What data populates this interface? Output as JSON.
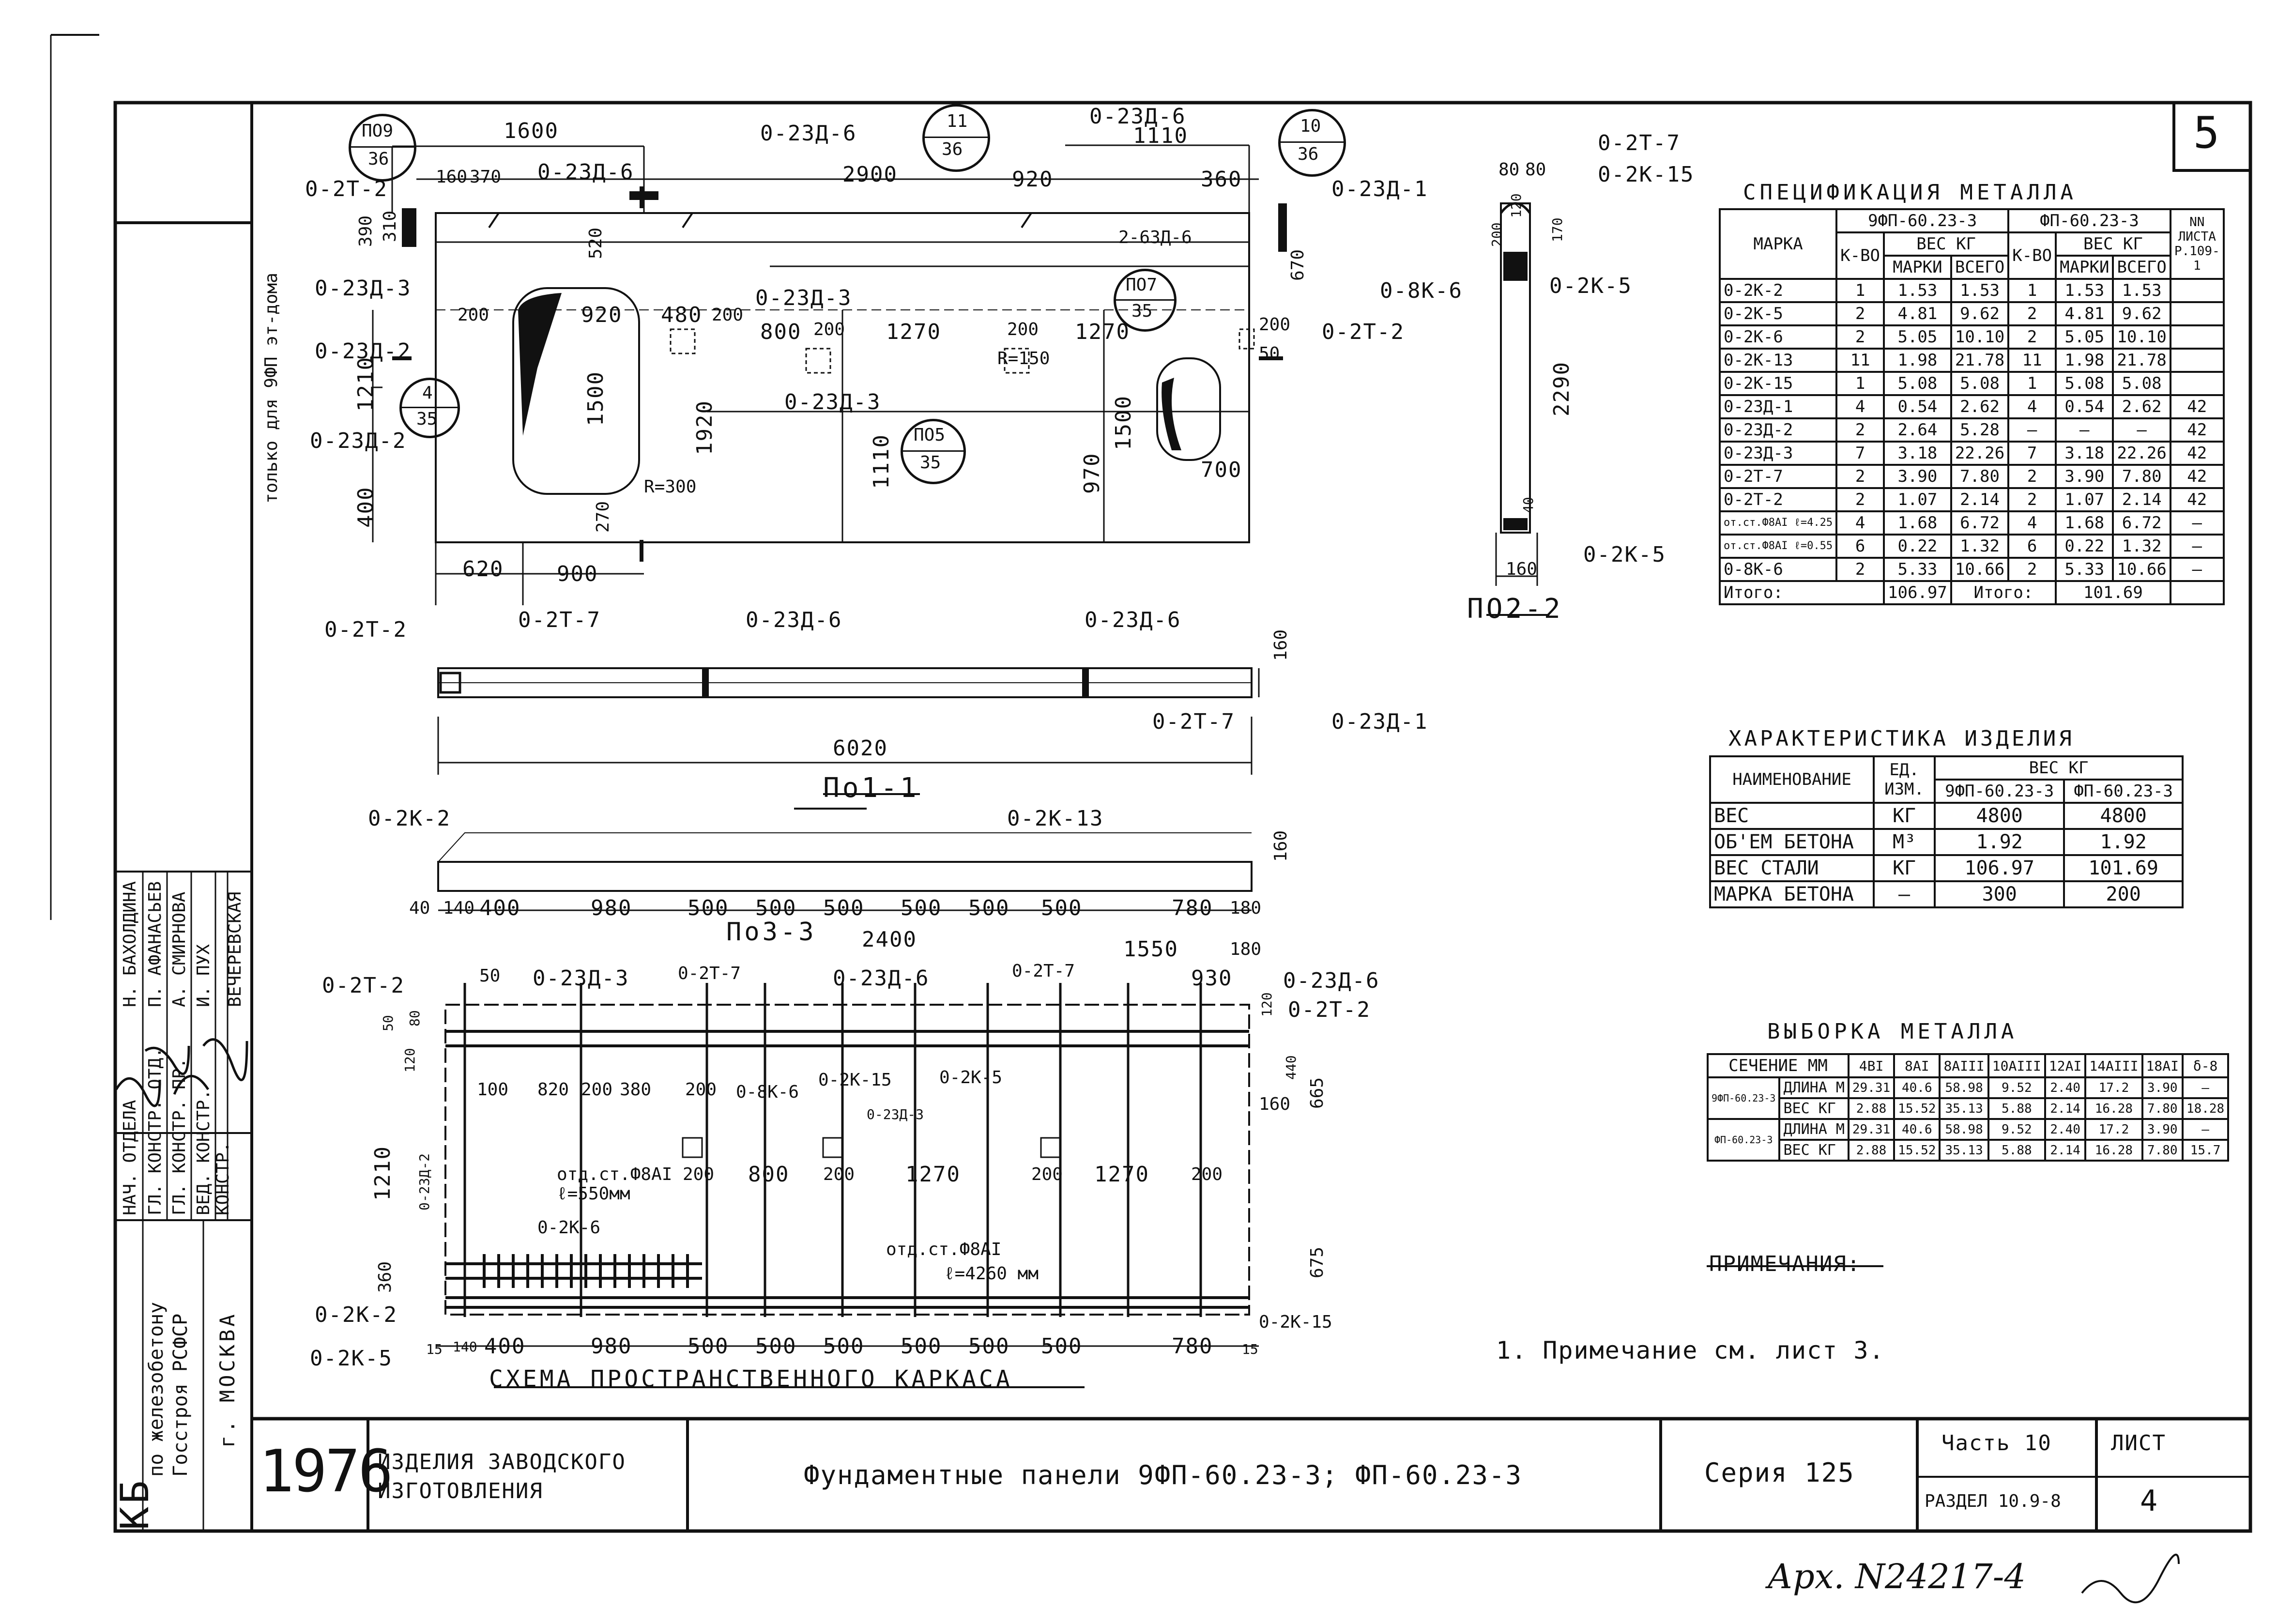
{
  "sheet_number": "5",
  "header_views": {
    "top_dims": [
      "1600",
      "1110",
      "2900",
      "920",
      "360",
      "160",
      "370"
    ],
    "labels": {
      "o23d6_a": "0-23Д-6",
      "o23d6_b": "0-23Д-6",
      "o23d6_c": "0-23Д-6",
      "o2t2": "0-2Т-2",
      "o23d1": "0-23Д-1",
      "o23d3": "0-23Д-3",
      "o23d2": "0-23Д-2",
      "o23d3_mid": "0-23Д-3",
      "o2t2_r": "0-2Т-2",
      "o23d2_low": "0-23Д-2",
      "s263d6": "2-63Д-6",
      "r150": "R=150",
      "r300": "R=300"
    },
    "circles": [
      {
        "top": "ПО9",
        "bottom": "36"
      },
      {
        "top": "11",
        "bottom": "36"
      },
      {
        "top": "10",
        "bottom": "36"
      },
      {
        "top": "4",
        "bottom": "35"
      },
      {
        "top": "ПО7",
        "bottom": "35"
      },
      {
        "top": "ПО5",
        "bottom": "35"
      }
    ],
    "plan_dims": [
      "920",
      "480",
      "200",
      "800",
      "200",
      "1270",
      "200",
      "1270",
      "200",
      "1500",
      "1920",
      "1110",
      "970",
      "1500",
      "700",
      "620",
      "900",
      "1210",
      "400",
      "390",
      "310",
      "520",
      "670",
      "50",
      "200",
      "270"
    ],
    "side_note": "только для 9ФП  эт-дома"
  },
  "section_11": {
    "title": "По1-1",
    "labels": [
      "0-2Т-2",
      "0-2Т-7",
      "0-23Д-6",
      "0-23Д-6",
      "0-2Т-7",
      "0-23Д-1"
    ],
    "length": "6020",
    "height": "160"
  },
  "section_22": {
    "title": "ПО2-2",
    "labels": [
      "0-2Т-7",
      "0-2К-15",
      "0-8К-6",
      "0-2К-5",
      "0-2К-5"
    ],
    "dims": [
      "80",
      "80",
      "120",
      "200",
      "170",
      "2290",
      "40",
      "160"
    ]
  },
  "section_33": {
    "title": "По3-3",
    "labels": [
      "0-2К-2",
      "0-2К-13"
    ],
    "dims": [
      "40",
      "140",
      "400",
      "980",
      "500",
      "500",
      "500",
      "500",
      "500",
      "500",
      "780",
      "180",
      "160"
    ]
  },
  "frame_scheme": {
    "title": "СХЕМА  ПРОСТРАНСТВЕННОГО  КАРКАСА",
    "top_dims": [
      "50",
      "2400",
      "1550",
      "930",
      "180"
    ],
    "labels": [
      "0-2Т-2",
      "0-23Д-3",
      "0-2Т-7",
      "0-23Д-6",
      "0-2Т-7",
      "0-23Д-6",
      "0-2Т-2",
      "0-8К-6",
      "0-2К-15",
      "0-23Д-3",
      "0-2К-5",
      "0-23Д-2",
      "0-2К-6",
      "0-2К-2",
      "0-2К-5",
      "0-2К-15"
    ],
    "dims": [
      "100",
      "820",
      "200",
      "380",
      "200",
      "200",
      "800",
      "200",
      "1270",
      "200",
      "1270",
      "200",
      "1210",
      "360",
      "665",
      "675",
      "15",
      "140",
      "400",
      "980",
      "500",
      "500",
      "500",
      "500",
      "500",
      "500",
      "780",
      "15",
      "160",
      "440",
      "120",
      "50",
      "80",
      "120"
    ],
    "notes": [
      "отд.ст.Ф8АI",
      "ℓ=550мм",
      "отд.ст.Ф8АI",
      "ℓ=4260 мм"
    ]
  },
  "spec_table": {
    "title": "СПЕЦИФИКАЦИЯ   МЕТАЛЛА",
    "col_mark": "МАРКА",
    "col_group1": "9ФП-60.23-3",
    "col_group2": "ФП-60.23-3",
    "col_kvo": "К-ВО",
    "col_weight": "ВЕС КГ",
    "col_mark_w": "МАРКИ",
    "col_total": "ВСЕГО",
    "col_sheet": "NN ЛИСТА Р.109-1",
    "rows": [
      {
        "mark": "0-2К-2",
        "k1": "1",
        "m1": "1.53",
        "t1": "1.53",
        "k2": "1",
        "m2": "1.53",
        "t2": "1.53",
        "sheet": ""
      },
      {
        "mark": "0-2К-5",
        "k1": "2",
        "m1": "4.81",
        "t1": "9.62",
        "k2": "2",
        "m2": "4.81",
        "t2": "9.62",
        "sheet": ""
      },
      {
        "mark": "0-2К-6",
        "k1": "2",
        "m1": "5.05",
        "t1": "10.10",
        "k2": "2",
        "m2": "5.05",
        "t2": "10.10",
        "sheet": ""
      },
      {
        "mark": "0-2К-13",
        "k1": "11",
        "m1": "1.98",
        "t1": "21.78",
        "k2": "11",
        "m2": "1.98",
        "t2": "21.78",
        "sheet": ""
      },
      {
        "mark": "0-2К-15",
        "k1": "1",
        "m1": "5.08",
        "t1": "5.08",
        "k2": "1",
        "m2": "5.08",
        "t2": "5.08",
        "sheet": ""
      },
      {
        "mark": "0-23Д-1",
        "k1": "4",
        "m1": "0.54",
        "t1": "2.62",
        "k2": "4",
        "m2": "0.54",
        "t2": "2.62",
        "sheet": "42"
      },
      {
        "mark": "0-23Д-2",
        "k1": "2",
        "m1": "2.64",
        "t1": "5.28",
        "k2": "—",
        "m2": "—",
        "t2": "—",
        "sheet": "42"
      },
      {
        "mark": "0-23Д-3",
        "k1": "7",
        "m1": "3.18",
        "t1": "22.26",
        "k2": "7",
        "m2": "3.18",
        "t2": "22.26",
        "sheet": "42"
      },
      {
        "mark": "0-2Т-7",
        "k1": "2",
        "m1": "3.90",
        "t1": "7.80",
        "k2": "2",
        "m2": "3.90",
        "t2": "7.80",
        "sheet": "42"
      },
      {
        "mark": "0-2Т-2",
        "k1": "2",
        "m1": "1.07",
        "t1": "2.14",
        "k2": "2",
        "m2": "1.07",
        "t2": "2.14",
        "sheet": "42"
      },
      {
        "mark": "от.ст.Ф8АI ℓ=4.25",
        "k1": "4",
        "m1": "1.68",
        "t1": "6.72",
        "k2": "4",
        "m2": "1.68",
        "t2": "6.72",
        "sheet": "—"
      },
      {
        "mark": "от.ст.Ф8АI ℓ=0.55",
        "k1": "6",
        "m1": "0.22",
        "t1": "1.32",
        "k2": "6",
        "m2": "0.22",
        "t2": "1.32",
        "sheet": "—"
      },
      {
        "mark": "0-8К-6",
        "k1": "2",
        "m1": "5.33",
        "t1": "10.66",
        "k2": "2",
        "m2": "5.33",
        "t2": "10.66",
        "sheet": "—"
      }
    ],
    "total_label": "Итого:",
    "total1": "106.97",
    "total2": "101.69"
  },
  "char_table": {
    "title": "ХАРАКТЕРИСТИКА  ИЗДЕЛИЯ",
    "col_name": "НАИМЕНОВАНИЕ",
    "col_unit": "ЕД. ИЗМ.",
    "col_weight": "ВЕС  КГ",
    "col_a": "9ФП-60.23-3",
    "col_b": "ФП-60.23-3",
    "rows": [
      {
        "name": "ВЕС",
        "unit": "КГ",
        "a": "4800",
        "b": "4800"
      },
      {
        "name": "ОБ'ЕМ БЕТОНА",
        "unit": "М³",
        "a": "1.92",
        "b": "1.92"
      },
      {
        "name": "ВЕС СТАЛИ",
        "unit": "КГ",
        "a": "106.97",
        "b": "101.69"
      },
      {
        "name": "МАРКА БЕТОНА",
        "unit": "—",
        "a": "300",
        "b": "200"
      }
    ]
  },
  "sample_table": {
    "title": "ВЫБОРКА   МЕТАЛЛА",
    "col_section": "СЕЧЕНИЕ ММ",
    "cols": [
      "4ВI",
      "8АI",
      "8АIII",
      "10АIII",
      "12АI",
      "14АIII",
      "18АI",
      "δ-8"
    ],
    "groups": [
      {
        "name": "9ФП-60.23-3",
        "rows": [
          {
            "label": "ДЛИНА М",
            "vals": [
              "29.31",
              "40.6",
              "58.98",
              "9.52",
              "2.40",
              "17.2",
              "3.90",
              "—"
            ]
          },
          {
            "label": "ВЕС КГ",
            "vals": [
              "2.88",
              "15.52",
              "35.13",
              "5.88",
              "2.14",
              "16.28",
              "7.80",
              "18.28"
            ]
          }
        ]
      },
      {
        "name": "ФП-60.23-3",
        "rows": [
          {
            "label": "ДЛИНА М",
            "vals": [
              "29.31",
              "40.6",
              "58.98",
              "9.52",
              "2.40",
              "17.2",
              "3.90",
              "—"
            ]
          },
          {
            "label": "ВЕС КГ",
            "vals": [
              "2.88",
              "15.52",
              "35.13",
              "5.88",
              "2.14",
              "16.28",
              "7.80",
              "15.7"
            ]
          }
        ]
      }
    ]
  },
  "notes": {
    "heading": "ПРИМЕЧАНИЯ:",
    "item1": "1. Примечание  см.  лист 3."
  },
  "title_block": {
    "year": "1976",
    "category": "ИЗДЕЛИЯ  ЗАВОДСКОГО ИЗГОТОВЛЕНИЯ",
    "name": "Фундаментные   панели   9ФП-60.23-3; ФП-60.23-3",
    "series": "Серия  125",
    "part": "Часть 10",
    "section": "РАЗДЕЛ 10.9-8",
    "sheet_label": "ЛИСТ",
    "sheet_no": "4",
    "org_kb": "КБ",
    "org_line1": "по железобетону",
    "org_line2": "Госстроя РСФСР",
    "city": "г. МОСКВА",
    "roles": [
      "НАЧ. ОТДЕЛА",
      "ГЛ. КОНСТР. ОТД.",
      "ГЛ. КОНСТР. ПР.",
      "ВЕД. КОНСТР.",
      "КОНСТР."
    ],
    "people": [
      "Н. БАХОЛДИНА",
      "П. АФАНАСЬЕВ",
      "А. СМИРНОВА",
      "И. ПУХ",
      "ВЕЧЕРЕВСКАЯ"
    ]
  },
  "archive": "Арх. N24217-4"
}
